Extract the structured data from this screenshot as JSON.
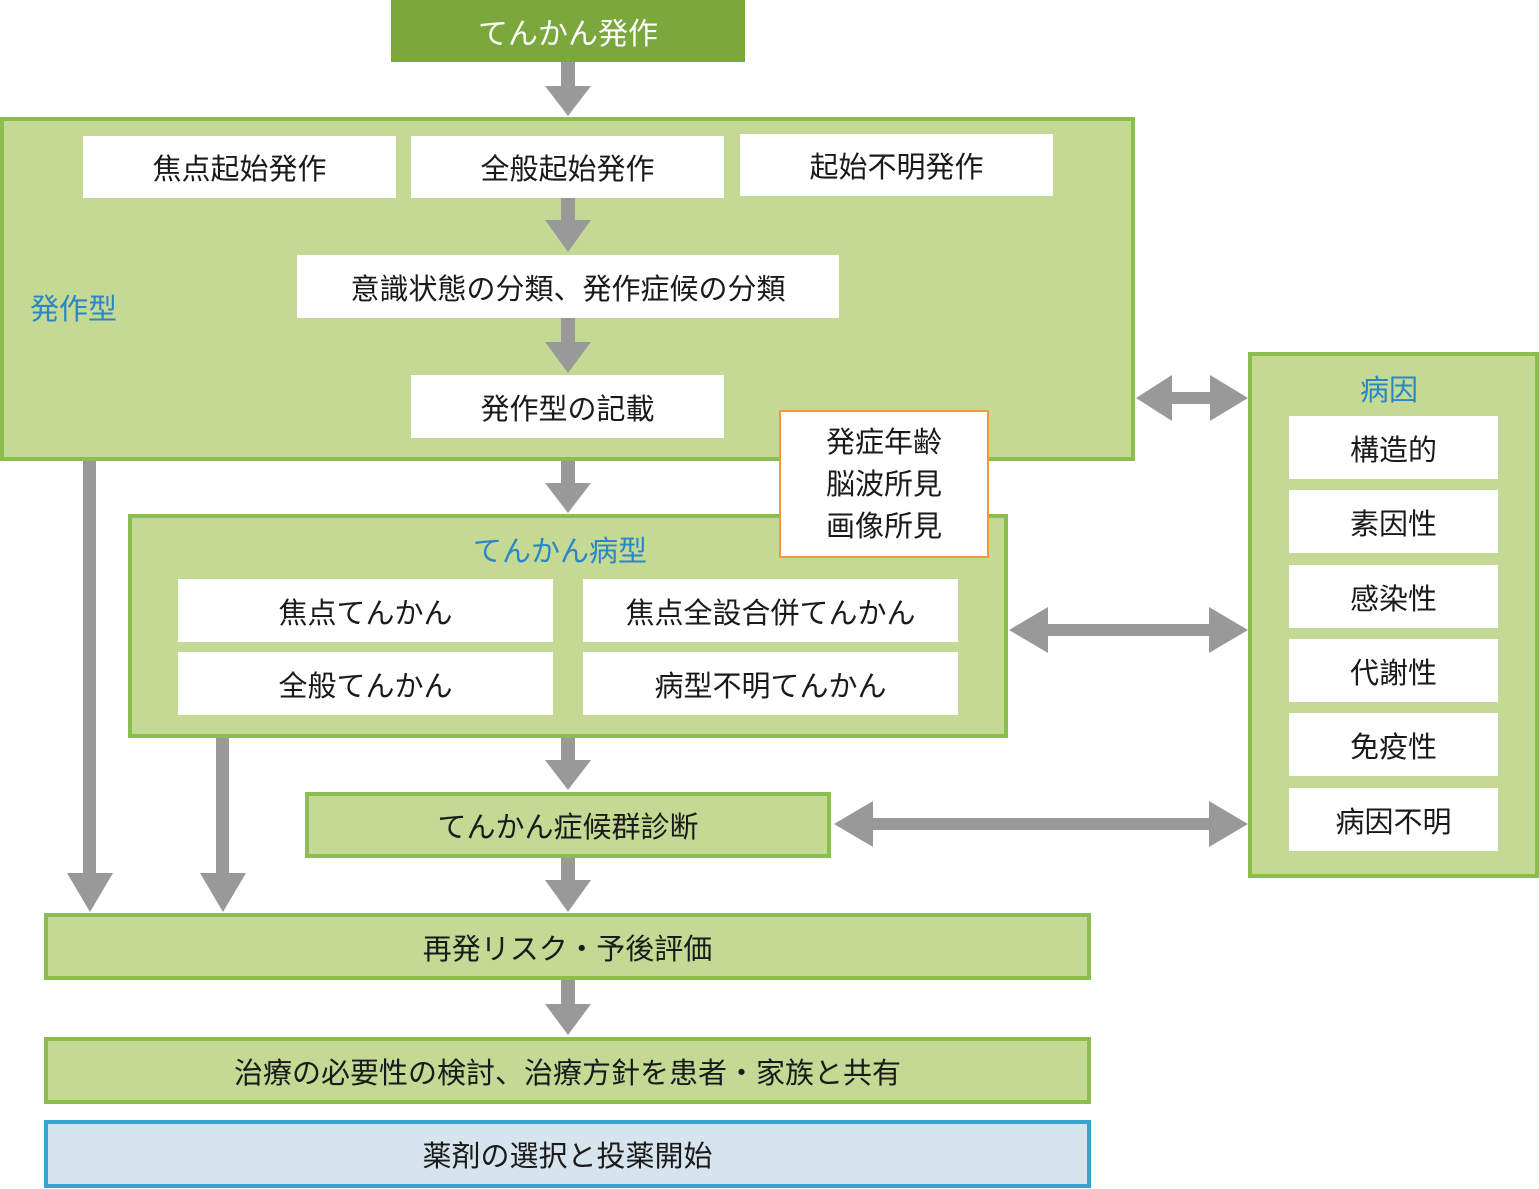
{
  "title": "てんかん発作",
  "seizure_type": {
    "label": "発作型",
    "onset_items": [
      "焦点起始発作",
      "全般起始発作",
      "起始不明発作"
    ],
    "classification": "意識状態の分類、発作症候の分類",
    "description": "発作型の記載"
  },
  "clinical_findings": [
    "発症年齢",
    "脳波所見",
    "画像所見"
  ],
  "epilepsy_type": {
    "label": "てんかん病型",
    "items": [
      "焦点てんかん",
      "焦点全設合併てんかん",
      "全般てんかん",
      "病型不明てんかん"
    ]
  },
  "etiology": {
    "label": "病因",
    "items": [
      "構造的",
      "素因性",
      "感染性",
      "代謝性",
      "免疫性",
      "病因不明"
    ]
  },
  "syndrome": "てんかん症候群診断",
  "risk": "再発リスク・予後評価",
  "treatment_plan": "治療の必要性の検討、治療方針を患者・家族と共有",
  "medication": "薬剤の選択と投薬開始",
  "colors": {
    "title_bg": "#7ba83c",
    "frame_fill": "#c3d994",
    "frame_border": "#8cbd4f",
    "label_blue": "#2b86c5",
    "arrow": "#999999",
    "findings_border": "#f19a38",
    "final_fill": "#d6e4ee",
    "final_border": "#3aa2cf"
  }
}
